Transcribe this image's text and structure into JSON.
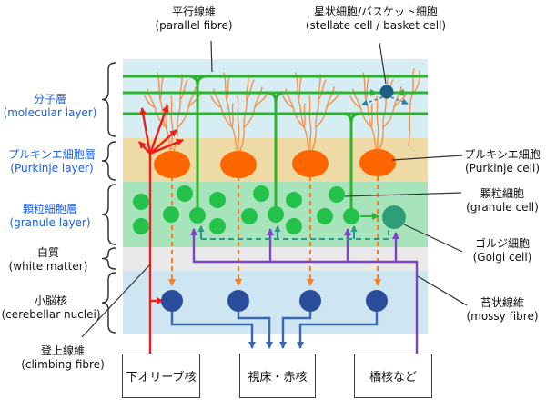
{
  "top_labels": {
    "parallel_fibre": {
      "jp": "平行線維",
      "en": "(parallel fibre)"
    },
    "stellate_basket": {
      "jp": "星状細胞/バスケット細胞",
      "en": "(stellate cell / basket cell)"
    }
  },
  "layer_labels": {
    "molecular": {
      "jp": "分子層",
      "en": "(molecular layer)"
    },
    "purkinje": {
      "jp": "プルキンエ細胞層",
      "en": "(Purkinje layer)"
    },
    "granule": {
      "jp": "顆粒細胞層",
      "en": "(granule layer)"
    },
    "white_matter": {
      "jp": "白質",
      "en": "(white matter)"
    },
    "cerebellar_nuclei": {
      "jp": "小脳核",
      "en": "(cerebellar nuclei)"
    },
    "climbing_fibre": {
      "jp": "登上線維",
      "en": "(climbing fibre)"
    }
  },
  "right_labels": {
    "purkinje_cell": {
      "jp": "プルキンエ細胞",
      "en": "(Purkinje cell)"
    },
    "granule_cell": {
      "jp": "顆粒細胞",
      "en": "(granule cell)"
    },
    "golgi_cell": {
      "jp": "ゴルジ細胞",
      "en": "(Golgi cell)"
    },
    "mossy_fibre": {
      "jp": "苔状線維",
      "en": "(mossy fibre)"
    }
  },
  "boxes": {
    "inferior_olive": "下オリーブ核",
    "thalamus_red_nucleus": "視床・赤核",
    "pontine_nuclei": "橋核など"
  },
  "colors": {
    "molecular_bg": "#d7edf4",
    "purkinje_bg": "#eddaa4",
    "granule_bg": "#a8e4bb",
    "white_matter_bg": "#e9e9ea",
    "nuclei_bg": "#cde6f2",
    "parallel_fibre_green": "#2db32d",
    "granule_cell_green": "#25c24b",
    "purkinje_orange": "#ff6600",
    "dendrite_orange": "#f5924d",
    "purkinje_axon_orange": "#ff7b1c",
    "climbing_red": "#ee1c1c",
    "nuclei_neuron_blue": "#2a4d9b",
    "nuclei_axon_blue": "#3a66b0",
    "mossy_purple": "#7d42c8",
    "golgi_teal": "#2f9e78",
    "golgi_axon_teal": "#2d9688",
    "stellate_teal": "#1d5f80",
    "stellate_axon_blue": "#2a7fa8",
    "label_blue": "#1a5ee8",
    "pointer_black": "#333333"
  }
}
